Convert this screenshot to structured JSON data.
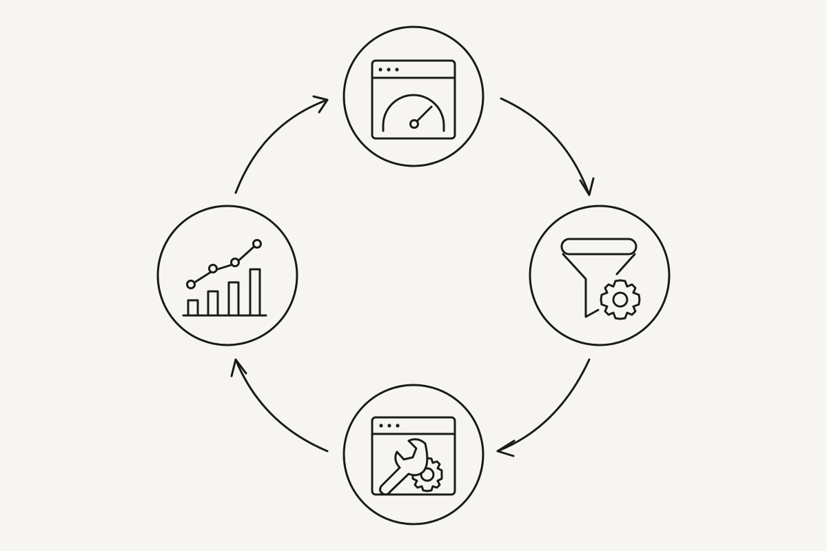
{
  "diagram": {
    "type": "cycle",
    "direction": "clockwise",
    "colors": {
      "background": "#f6f5f2",
      "stroke": "#1a1a1a"
    },
    "nodes": [
      {
        "id": "performance-monitoring",
        "icon": "browser-speedometer-icon"
      },
      {
        "id": "filtering-processing",
        "icon": "funnel-gear-icon"
      },
      {
        "id": "configuration-maintenance",
        "icon": "browser-wrench-gear-icon"
      },
      {
        "id": "analytics-growth",
        "icon": "bar-line-chart-icon"
      }
    ],
    "edges": [
      {
        "from": "performance-monitoring",
        "to": "filtering-processing"
      },
      {
        "from": "filtering-processing",
        "to": "configuration-maintenance"
      },
      {
        "from": "configuration-maintenance",
        "to": "analytics-growth"
      },
      {
        "from": "analytics-growth",
        "to": "performance-monitoring"
      }
    ]
  }
}
